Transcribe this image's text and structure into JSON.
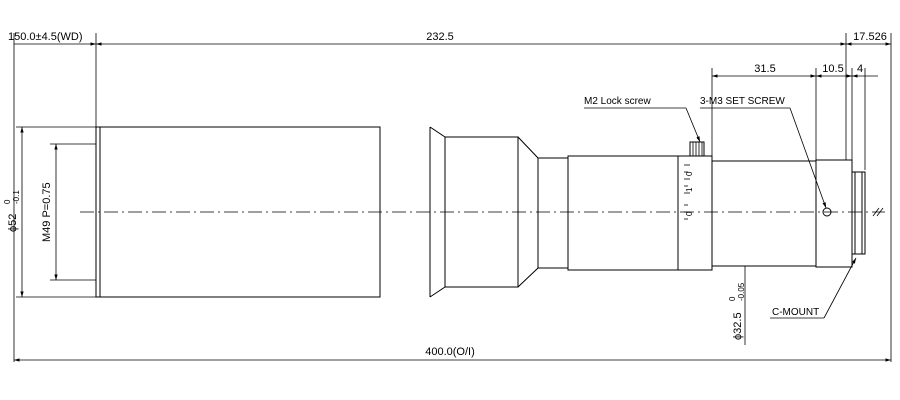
{
  "dimensions": {
    "working_distance": "150.0±4.5(WD)",
    "lens_length": "232.5",
    "rear_offset": "17.526",
    "mount_section": "31.5",
    "collar_width": "10.5",
    "flange_width": "4",
    "total_length": "400.0(O/I)",
    "front_diameter_label": "ϕ52",
    "front_diameter_tol_upper": "0",
    "front_diameter_tol_lower": "-0.1",
    "filter_thread": "M49 P=0.75",
    "rear_diameter_label": "ϕ32.5",
    "rear_diameter_tol_upper": "0",
    "rear_diameter_tol_lower": "-0.05"
  },
  "callouts": {
    "lock_screw": "M2 Lock screw",
    "set_screw": "3-M3 SET SCREW",
    "mount": "C-MOUNT"
  },
  "scale_marks": [
    "0",
    "1",
    "0"
  ]
}
